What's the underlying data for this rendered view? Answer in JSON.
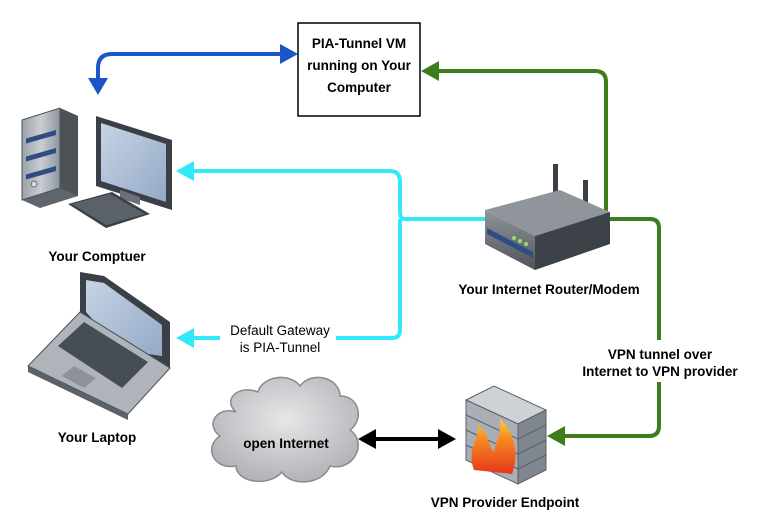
{
  "vm_box": {
    "lines": [
      "PIA-Tunnel VM",
      "running on Your",
      "Computer"
    ]
  },
  "nodes": {
    "computer": "Your Comptuer",
    "laptop": "Your Laptop",
    "router": "Your Internet Router/Modem",
    "vpn_endpoint": "VPN Provider Endpoint",
    "internet": "open Internet"
  },
  "annotations": {
    "gateway": [
      "Default Gateway",
      "is PIA-Tunnel"
    ],
    "vpn_tunnel": [
      "VPN tunnel over",
      "Internet to VPN provider"
    ]
  },
  "colors": {
    "blue_link": "#1a56c8",
    "cyan_link": "#33e8f8",
    "green_link": "#3e7d1e",
    "black_link": "#000000"
  },
  "icons": {
    "computer": "desktop-computer-icon",
    "laptop": "laptop-icon",
    "router": "router-icon",
    "vpn_endpoint": "firewall-icon",
    "internet": "cloud-icon"
  }
}
